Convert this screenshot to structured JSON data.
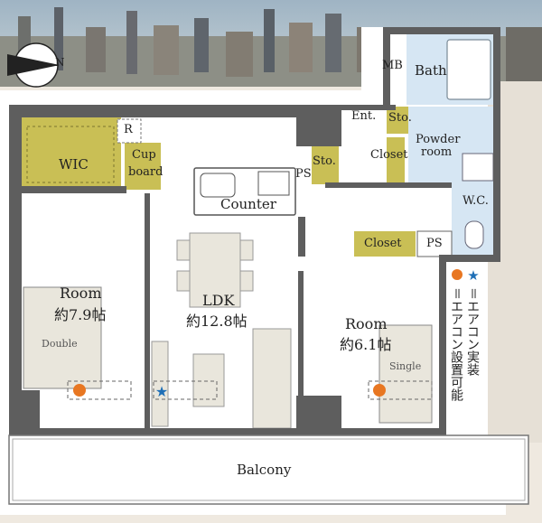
{
  "compass": {
    "letter": "N",
    "icon": "compass-arrow-icon"
  },
  "rooms": {
    "wic": "WIC",
    "r": "R",
    "cupboard_line1": "Cup",
    "cupboard_line2": "board",
    "mb": "MB",
    "bath": "Bath",
    "ent": "Ent.",
    "sto_top": "Sto.",
    "sto_left": "Sto.",
    "powder_line1": "Powder",
    "powder_line2": "room",
    "closet_entry": "Closet",
    "closet_hall": "Closet",
    "ps_top": "PS",
    "ps_hall": "PS",
    "wc": "W.C.",
    "counter": "Counter",
    "room_left_name": "Room",
    "room_left_size": "約7.9帖",
    "double": "Double",
    "ldk_name": "LDK",
    "ldk_size": "約12.8帖",
    "room_right_name": "Room",
    "room_right_size": "約6.1帖",
    "single": "Single",
    "balcony": "Balcony"
  },
  "legend": {
    "installed": "＝エアコン実装",
    "possible": "＝エアコン設置可能",
    "installed_color": "#1f6fb6",
    "possible_color": "#e87722"
  },
  "colors": {
    "wall": "#5e5e5e",
    "storage": "#c9bf55",
    "wet": "#d6e6f3",
    "furniture": "#e9e6dc"
  }
}
